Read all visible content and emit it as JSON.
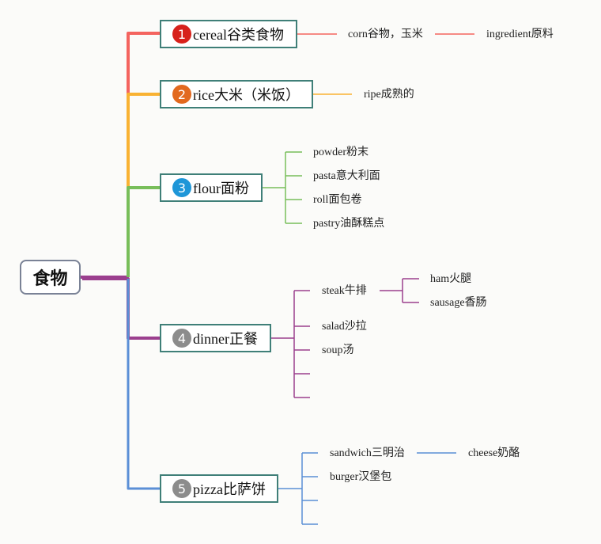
{
  "root": {
    "label": "食物"
  },
  "branches": [
    {
      "number": "1",
      "label": "cereal谷类食物",
      "color": "#f4645f",
      "badge_color": "#d7211b",
      "children": [
        {
          "label": "corn谷物，玉米",
          "children": [
            {
              "label": "ingredient原料"
            }
          ]
        }
      ]
    },
    {
      "number": "2",
      "label": "rice大米（米饭）",
      "color": "#f9b233",
      "badge_color": "#e2691f",
      "children": [
        {
          "label": "ripe成熟的"
        }
      ]
    },
    {
      "number": "3",
      "label": "flour面粉",
      "color": "#78be5a",
      "badge_color": "#1e96d8",
      "children": [
        {
          "label": "powder粉末"
        },
        {
          "label": "pasta意大利面"
        },
        {
          "label": "roll面包卷"
        },
        {
          "label": "pastry油酥糕点"
        }
      ]
    },
    {
      "number": "4",
      "label": "dinner正餐",
      "color": "#9b3f8e",
      "badge_color": "#8c8c8c",
      "children": [
        {
          "label": "steak牛排",
          "children": [
            {
              "label": "ham火腿"
            },
            {
              "label": "sausage香肠"
            }
          ]
        },
        {
          "label": "salad沙拉"
        },
        {
          "label": "soup汤"
        },
        {
          "label": ""
        },
        {
          "label": ""
        }
      ]
    },
    {
      "number": "5",
      "label": "pizza比萨饼",
      "color": "#5b8fd6",
      "badge_color": "#8c8c8c",
      "children": [
        {
          "label": "sandwich三明治",
          "children": [
            {
              "label": "cheese奶酪"
            }
          ]
        },
        {
          "label": "burger汉堡包"
        },
        {
          "label": ""
        },
        {
          "label": ""
        }
      ]
    }
  ]
}
